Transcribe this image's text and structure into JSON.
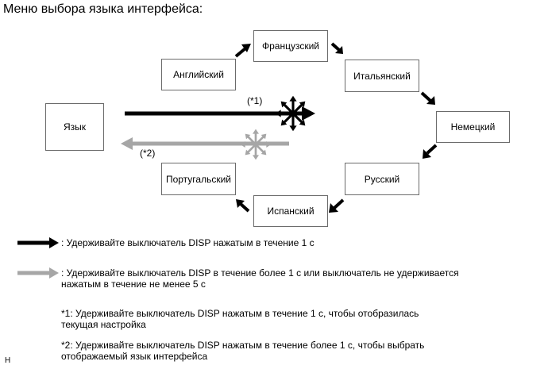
{
  "title": "Меню выбора языка интерфейса:",
  "boxes": {
    "language": "Язык",
    "english": "Английский",
    "french": "Французский",
    "italian": "Итальянский",
    "german": "Немецкий",
    "russian": "Русский",
    "spanish": "Испанский",
    "portuguese": "Португальский"
  },
  "markers": {
    "m1": "(*1)",
    "m2": "(*2)"
  },
  "legend": {
    "black_arrow": ": Удерживайте выключатель DISP нажатым в течение 1 с",
    "gray_arrow_line1": ": Удерживайте выключатель DISP в течение более 1 с или выключатель не удерживается",
    "gray_arrow_line2": "нажатым в течение не менее 5 с"
  },
  "notes": {
    "n1_line1": "*1: Удерживайте выключатель DISP нажатым в течение 1 с, чтобы отобразилась",
    "n1_line2": "текущая настройка",
    "n2_line1": "*2: Удерживайте выключатель DISP нажатым в течение более 1 с, чтобы выбрать",
    "n2_line2": "отображаемый язык интерфейса"
  },
  "corner_mark": "H",
  "colors": {
    "black_arrow": "#000000",
    "gray_arrow": "#a6a6a6",
    "box_border": "#6b6b6b"
  }
}
